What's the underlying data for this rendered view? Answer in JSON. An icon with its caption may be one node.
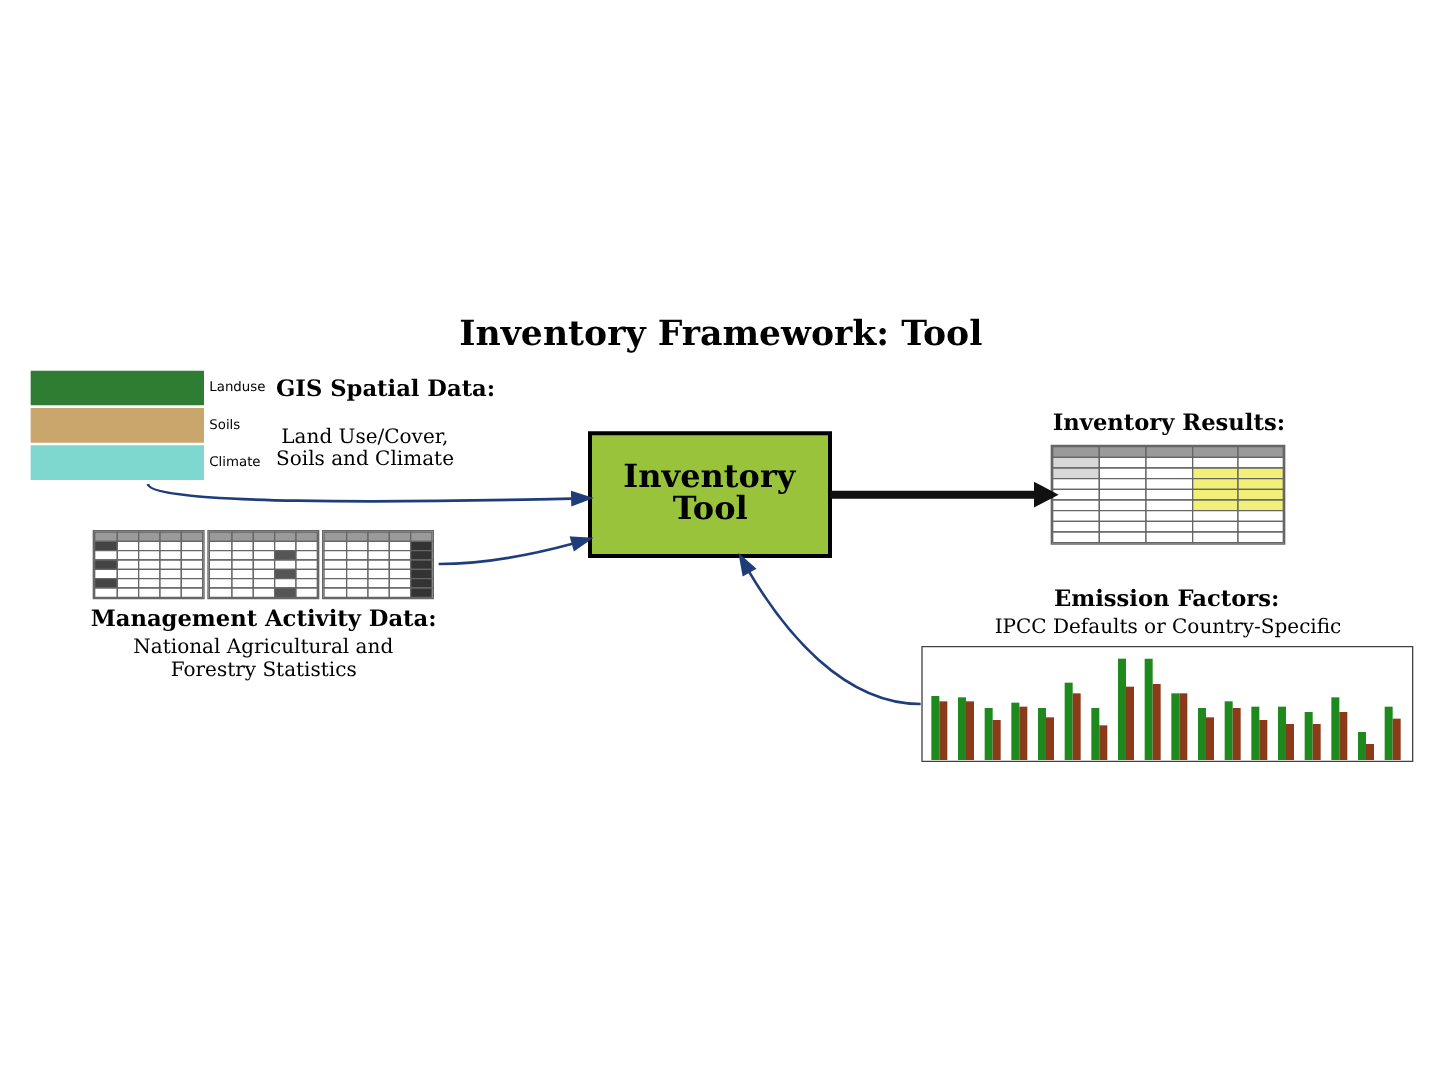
{
  "diagram": {
    "title": "Inventory Framework: Tool",
    "nodes": [
      {
        "text": [
          "Landuse",
          "Soils",
          "Climate"
        ],
        "beside": [
          "GIS Spatial Data:",
          "Land Use/Cover, Soils and Climate"
        ]
      },
      {
        "text": [],
        "shape": "picture",
        "beside": [
          "Management Activity Data:",
          "National Agricultural and Forestry Statistics"
        ]
      },
      {
        "text": [
          "Inventory Tool"
        ]
      },
      {
        "text": [],
        "shape": "picture",
        "beside": [
          "Inventory Results:"
        ]
      },
      {
        "text": [],
        "shape": "picture",
        "beside": [
          "Emission Factors:",
          "IPCC Defaults or Country-Specific"
        ]
      }
    ],
    "edges": [
      {
        "from": 0,
        "to": 2,
        "arrow": "to"
      },
      {
        "from": 1,
        "to": 2,
        "arrow": "to"
      },
      {
        "from": 4,
        "to": 2,
        "arrow": "to"
      },
      {
        "from": 2,
        "to": 3,
        "arrow": "to",
        "style": "thick",
        "color": "#111111"
      }
    ]
  }
}
